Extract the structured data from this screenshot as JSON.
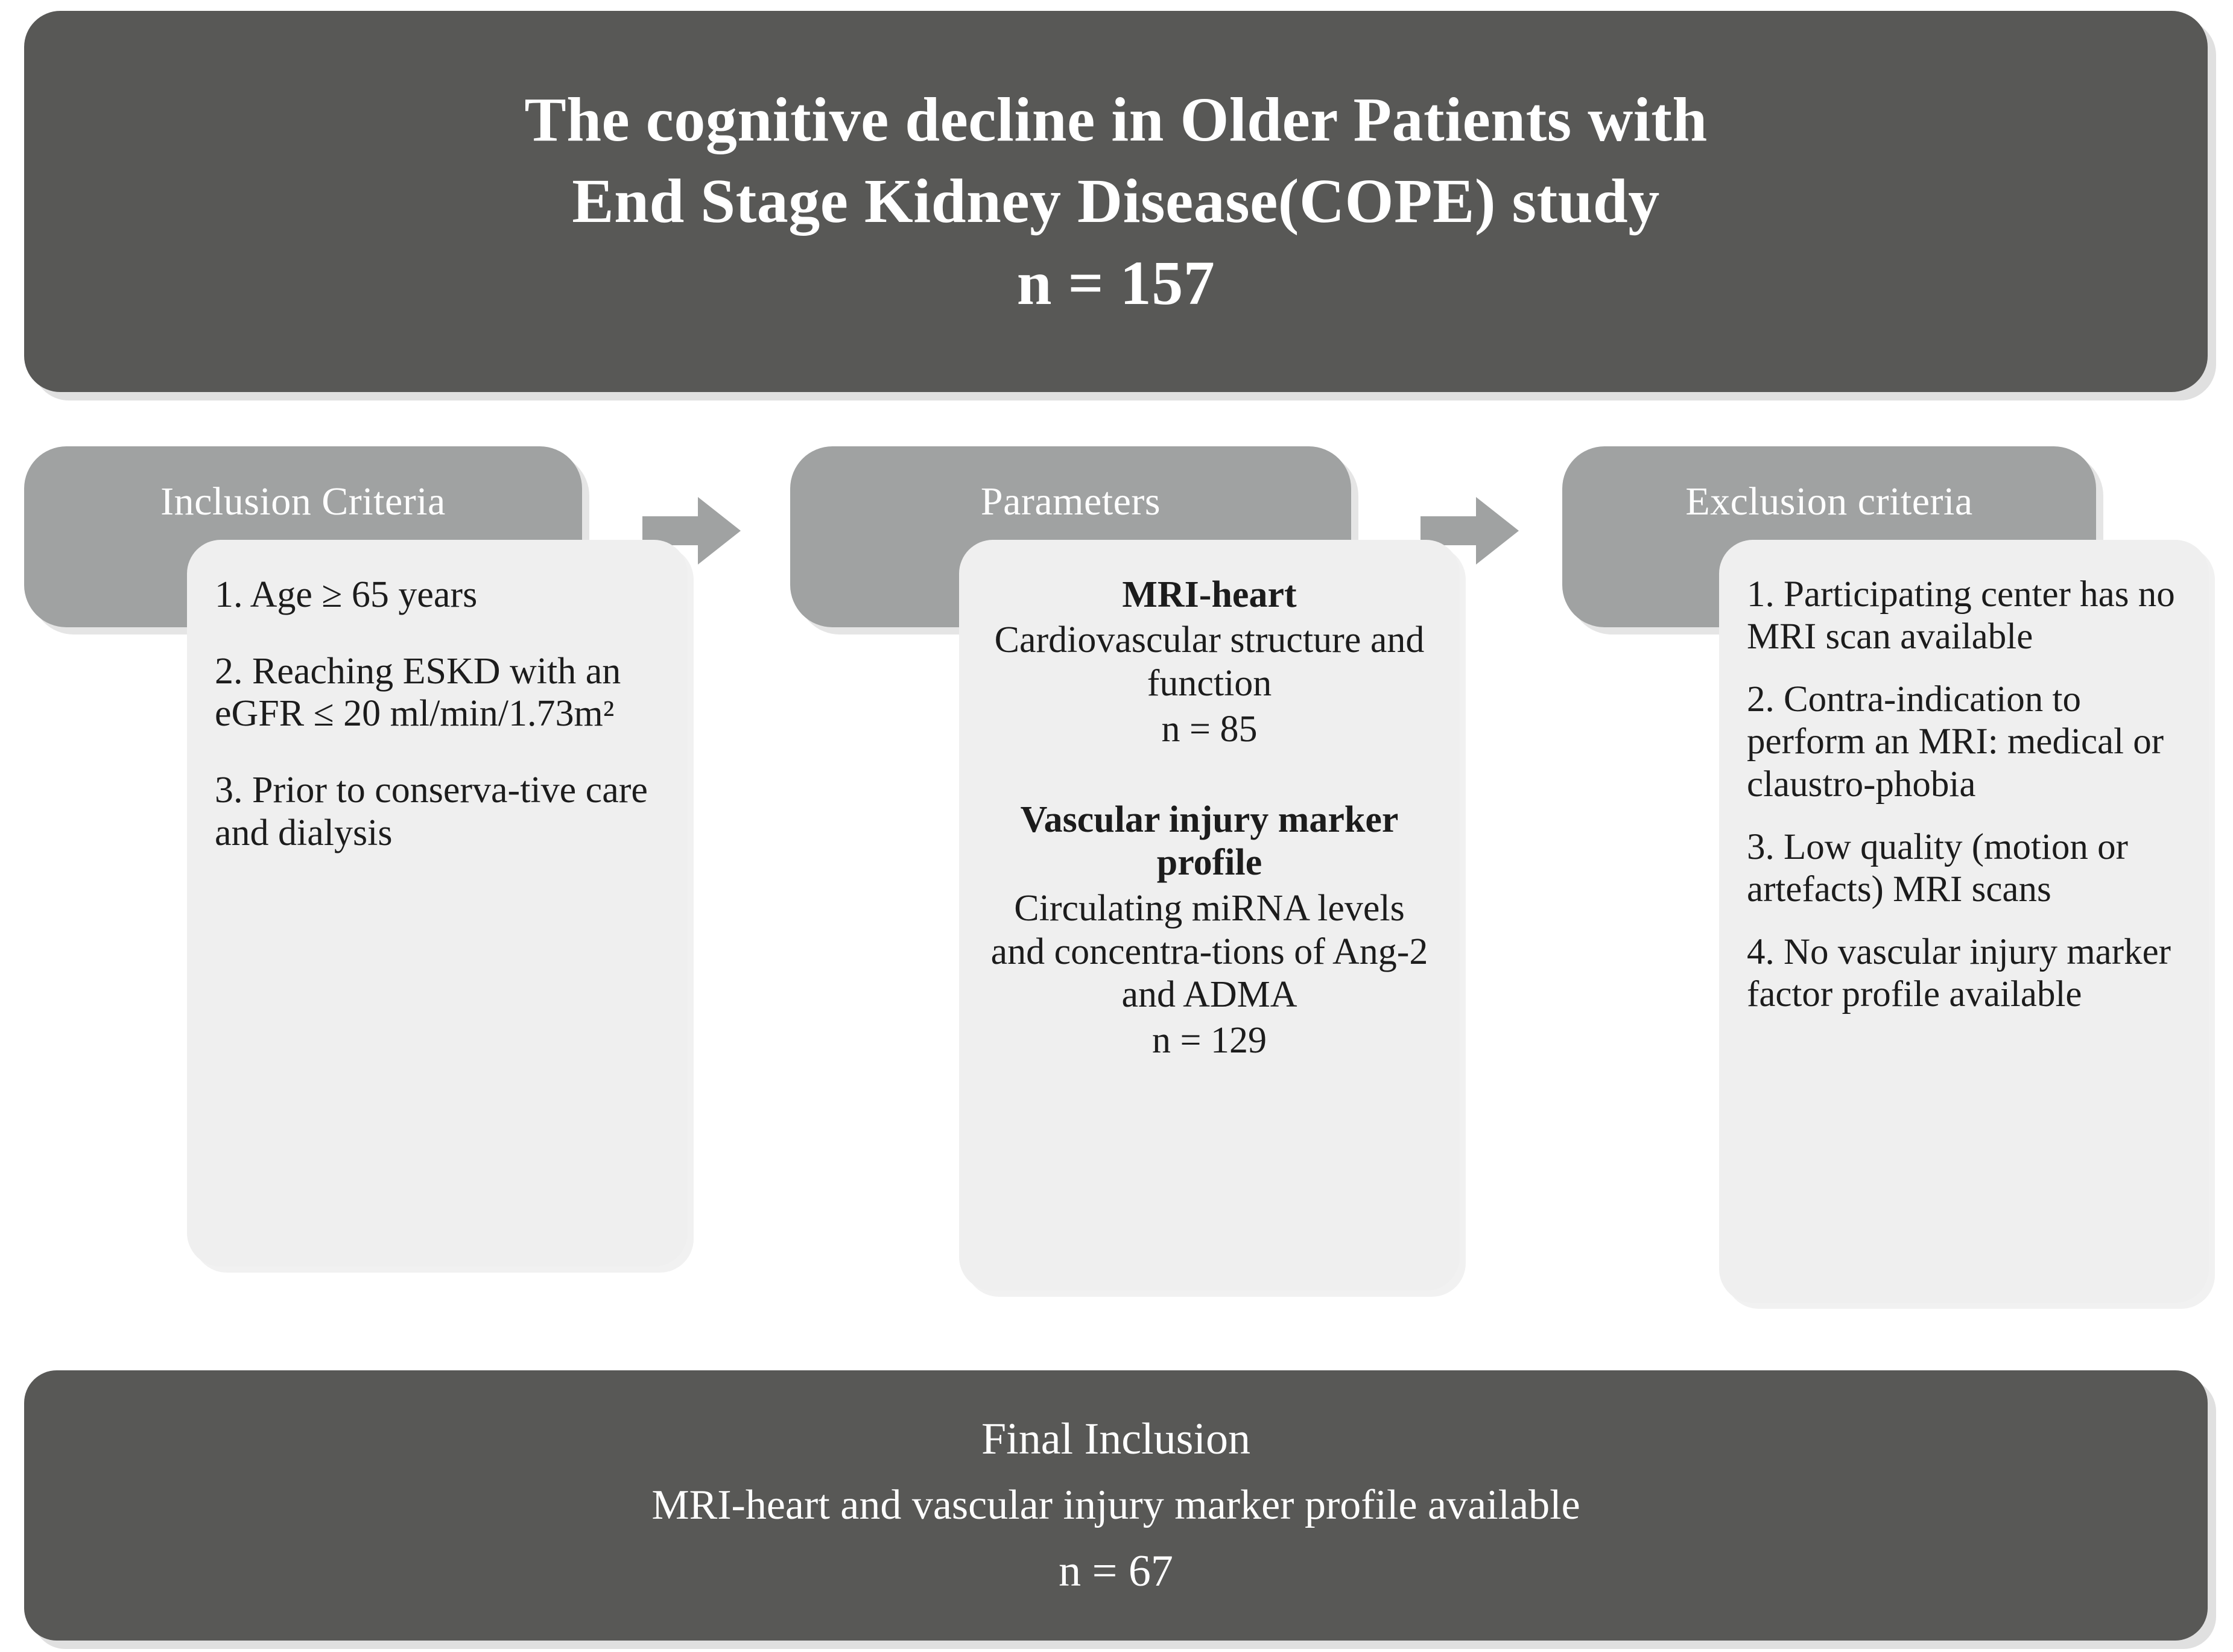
{
  "title": {
    "line1": "The cognitive decline in Older Patients with",
    "line2": "End Stage Kidney Disease(COPE) study",
    "line3": "n = 157"
  },
  "columns": {
    "inclusion": {
      "header": "Inclusion Criteria",
      "items": [
        "1. Age ≥ 65 years",
        "2. Reaching ESKD with an eGFR ≤ 20 ml/min/1.73m²",
        "3. Prior to conserva-tive care and dialysis"
      ]
    },
    "parameters": {
      "header": "Parameters",
      "blocks": [
        {
          "title": "MRI-heart",
          "description": "Cardiovascular structure and function",
          "n": "n = 85"
        },
        {
          "title": "Vascular injury marker profile",
          "description": "Circulating miRNA levels and concentra-tions of Ang-2 and ADMA",
          "n": "n = 129"
        }
      ]
    },
    "exclusion": {
      "header": "Exclusion criteria",
      "items": [
        "1. Participating center has no MRI scan available",
        "2. Contra-indication to perform an MRI: medical or claustro-phobia",
        "3. Low quality (motion or artefacts) MRI scans",
        "4. No vascular injury marker factor profile available"
      ]
    }
  },
  "arrows": {
    "arrow_1": "right-arrow-icon",
    "arrow_2": "right-arrow-icon"
  },
  "result": {
    "line1": "Final Inclusion",
    "line2": "MRI-heart and vascular injury marker profile available",
    "line3": "n = 67"
  },
  "colors": {
    "dark_box": "#585856",
    "header_bar": "#A0A2A2",
    "content_card": "#EFEFEF",
    "arrow": "#A0A2A2",
    "text_dark": "#1c1c1c",
    "text_light": "#ffffff"
  }
}
